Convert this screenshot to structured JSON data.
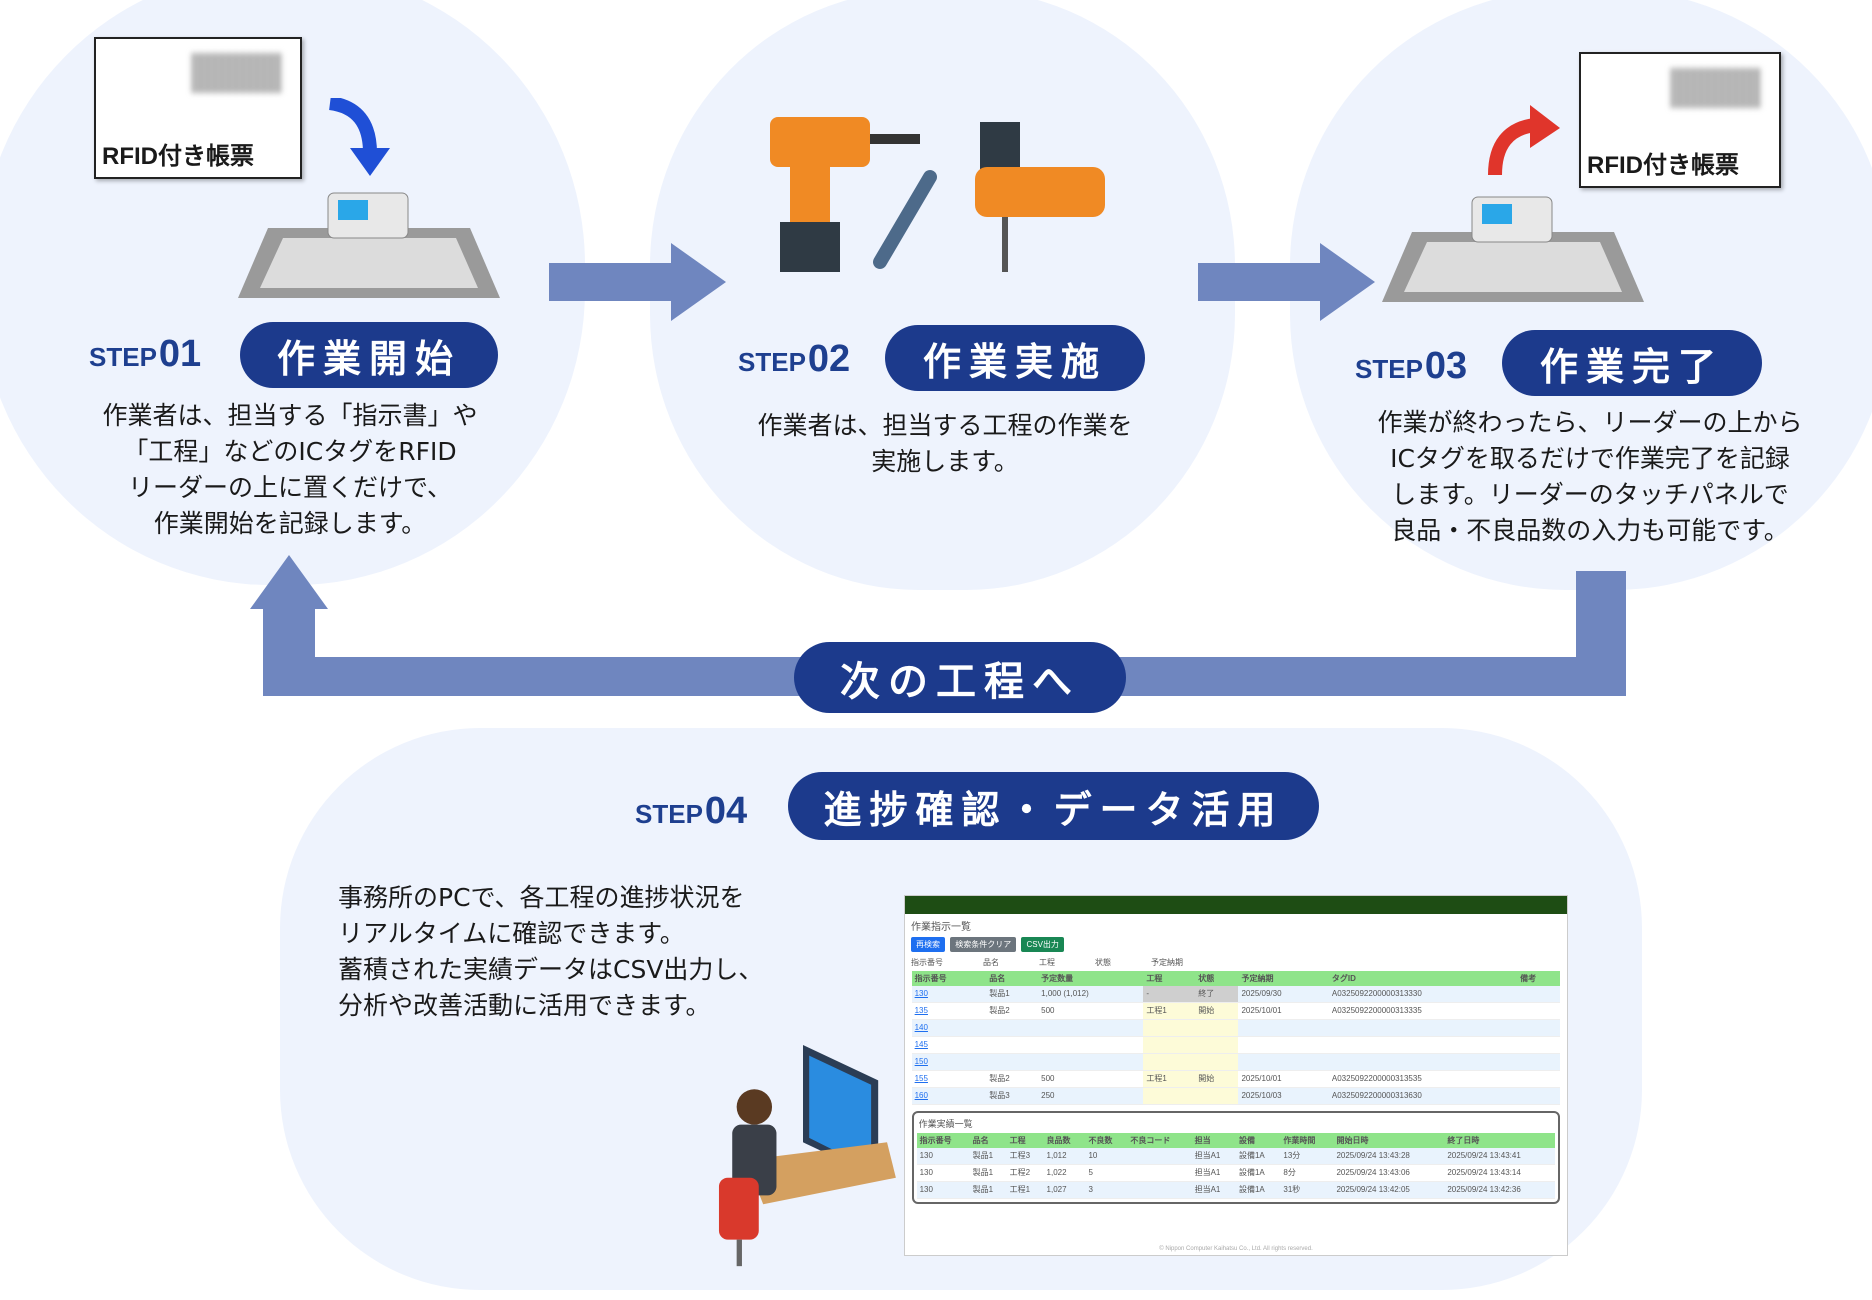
{
  "steps": [
    {
      "label": "STEP",
      "num": "01",
      "title": "作業開始",
      "desc": "作業者は、担当する「指示書」や\n「工程」などのICタグをRFID\nリーダーの上に置くだけで、\n作業開始を記録します。",
      "card": "RFID付き帳票"
    },
    {
      "label": "STEP",
      "num": "02",
      "title": "作業実施",
      "desc": "作業者は、担当する工程の作業を\n実施します。"
    },
    {
      "label": "STEP",
      "num": "03",
      "title": "作業完了",
      "desc": "作業が終わったら、リーダーの上から\nICタグを取るだけで作業完了を記録\nします。リーダーのタッチパネルで\n良品・不良品数の入力も可能です。",
      "card": "RFID付き帳票"
    },
    {
      "label": "STEP",
      "num": "04",
      "title": "進捗確認・データ活用",
      "desc": "事務所のPCで、各工程の進捗状況を\nリアルタイムに確認できます。\n蓄積された実績データはCSV出力し、\n分析や改善活動に活用できます。"
    }
  ],
  "loop_label": "次の工程へ",
  "colors": {
    "pill": "#1c3a8c",
    "arrow": "#6f86bf",
    "bubble": "#eef3fd",
    "step_text": "#1e3f8f",
    "down_arrow": "#1f4fd6",
    "up_arrow": "#e0352b"
  },
  "screenshot": {
    "title": "作業指示一覧",
    "buttons": [
      "再検索",
      "検索条件クリア",
      "CSV出力"
    ],
    "filters": [
      "指示番号",
      "品名",
      "工程",
      "状態",
      "予定納期"
    ],
    "headers": [
      "指示番号",
      "品名",
      "予定数量",
      "工程",
      "状態",
      "予定納期",
      "タグID",
      "備考"
    ],
    "rows": [
      [
        "130",
        "製品1",
        "1,000 (1,012)",
        "-",
        "終了",
        "2025/09/30",
        "A0325092200000313330",
        ""
      ],
      [
        "135",
        "製品2",
        "500",
        "工程1",
        "開始",
        "2025/10/01",
        "A0325092200000313335",
        ""
      ],
      [
        "140",
        "",
        "",
        "",
        "",
        "",
        "",
        ""
      ],
      [
        "145",
        "",
        "",
        "",
        "",
        "",
        "",
        ""
      ],
      [
        "150",
        "",
        "",
        "",
        "",
        "",
        "",
        ""
      ],
      [
        "155",
        "製品2",
        "500",
        "工程1",
        "開始",
        "2025/10/01",
        "A0325092200000313535",
        ""
      ],
      [
        "160",
        "製品3",
        "250",
        "",
        "",
        "2025/10/03",
        "A0325092200000313630",
        ""
      ]
    ],
    "popup": {
      "title": "作業実績一覧",
      "headers": [
        "指示番号",
        "品名",
        "工程",
        "良品数",
        "不良数",
        "不良コード",
        "担当",
        "設備",
        "作業時間",
        "開始日時",
        "終了日時"
      ],
      "rows": [
        [
          "130",
          "製品1",
          "工程3",
          "1,012",
          "10",
          "",
          "担当A1",
          "設備1A",
          "13分",
          "2025/09/24 13:43:28",
          "2025/09/24 13:43:41"
        ],
        [
          "130",
          "製品1",
          "工程2",
          "1,022",
          "5",
          "",
          "担当A1",
          "設備1A",
          "8分",
          "2025/09/24 13:43:06",
          "2025/09/24 13:43:14"
        ],
        [
          "130",
          "製品1",
          "工程1",
          "1,027",
          "3",
          "",
          "担当A1",
          "設備1A",
          "31秒",
          "2025/09/24 13:42:05",
          "2025/09/24 13:42:36"
        ]
      ]
    },
    "footer": "© Nippon Computer Kaihatsu Co., Ltd. All rights reserved."
  }
}
